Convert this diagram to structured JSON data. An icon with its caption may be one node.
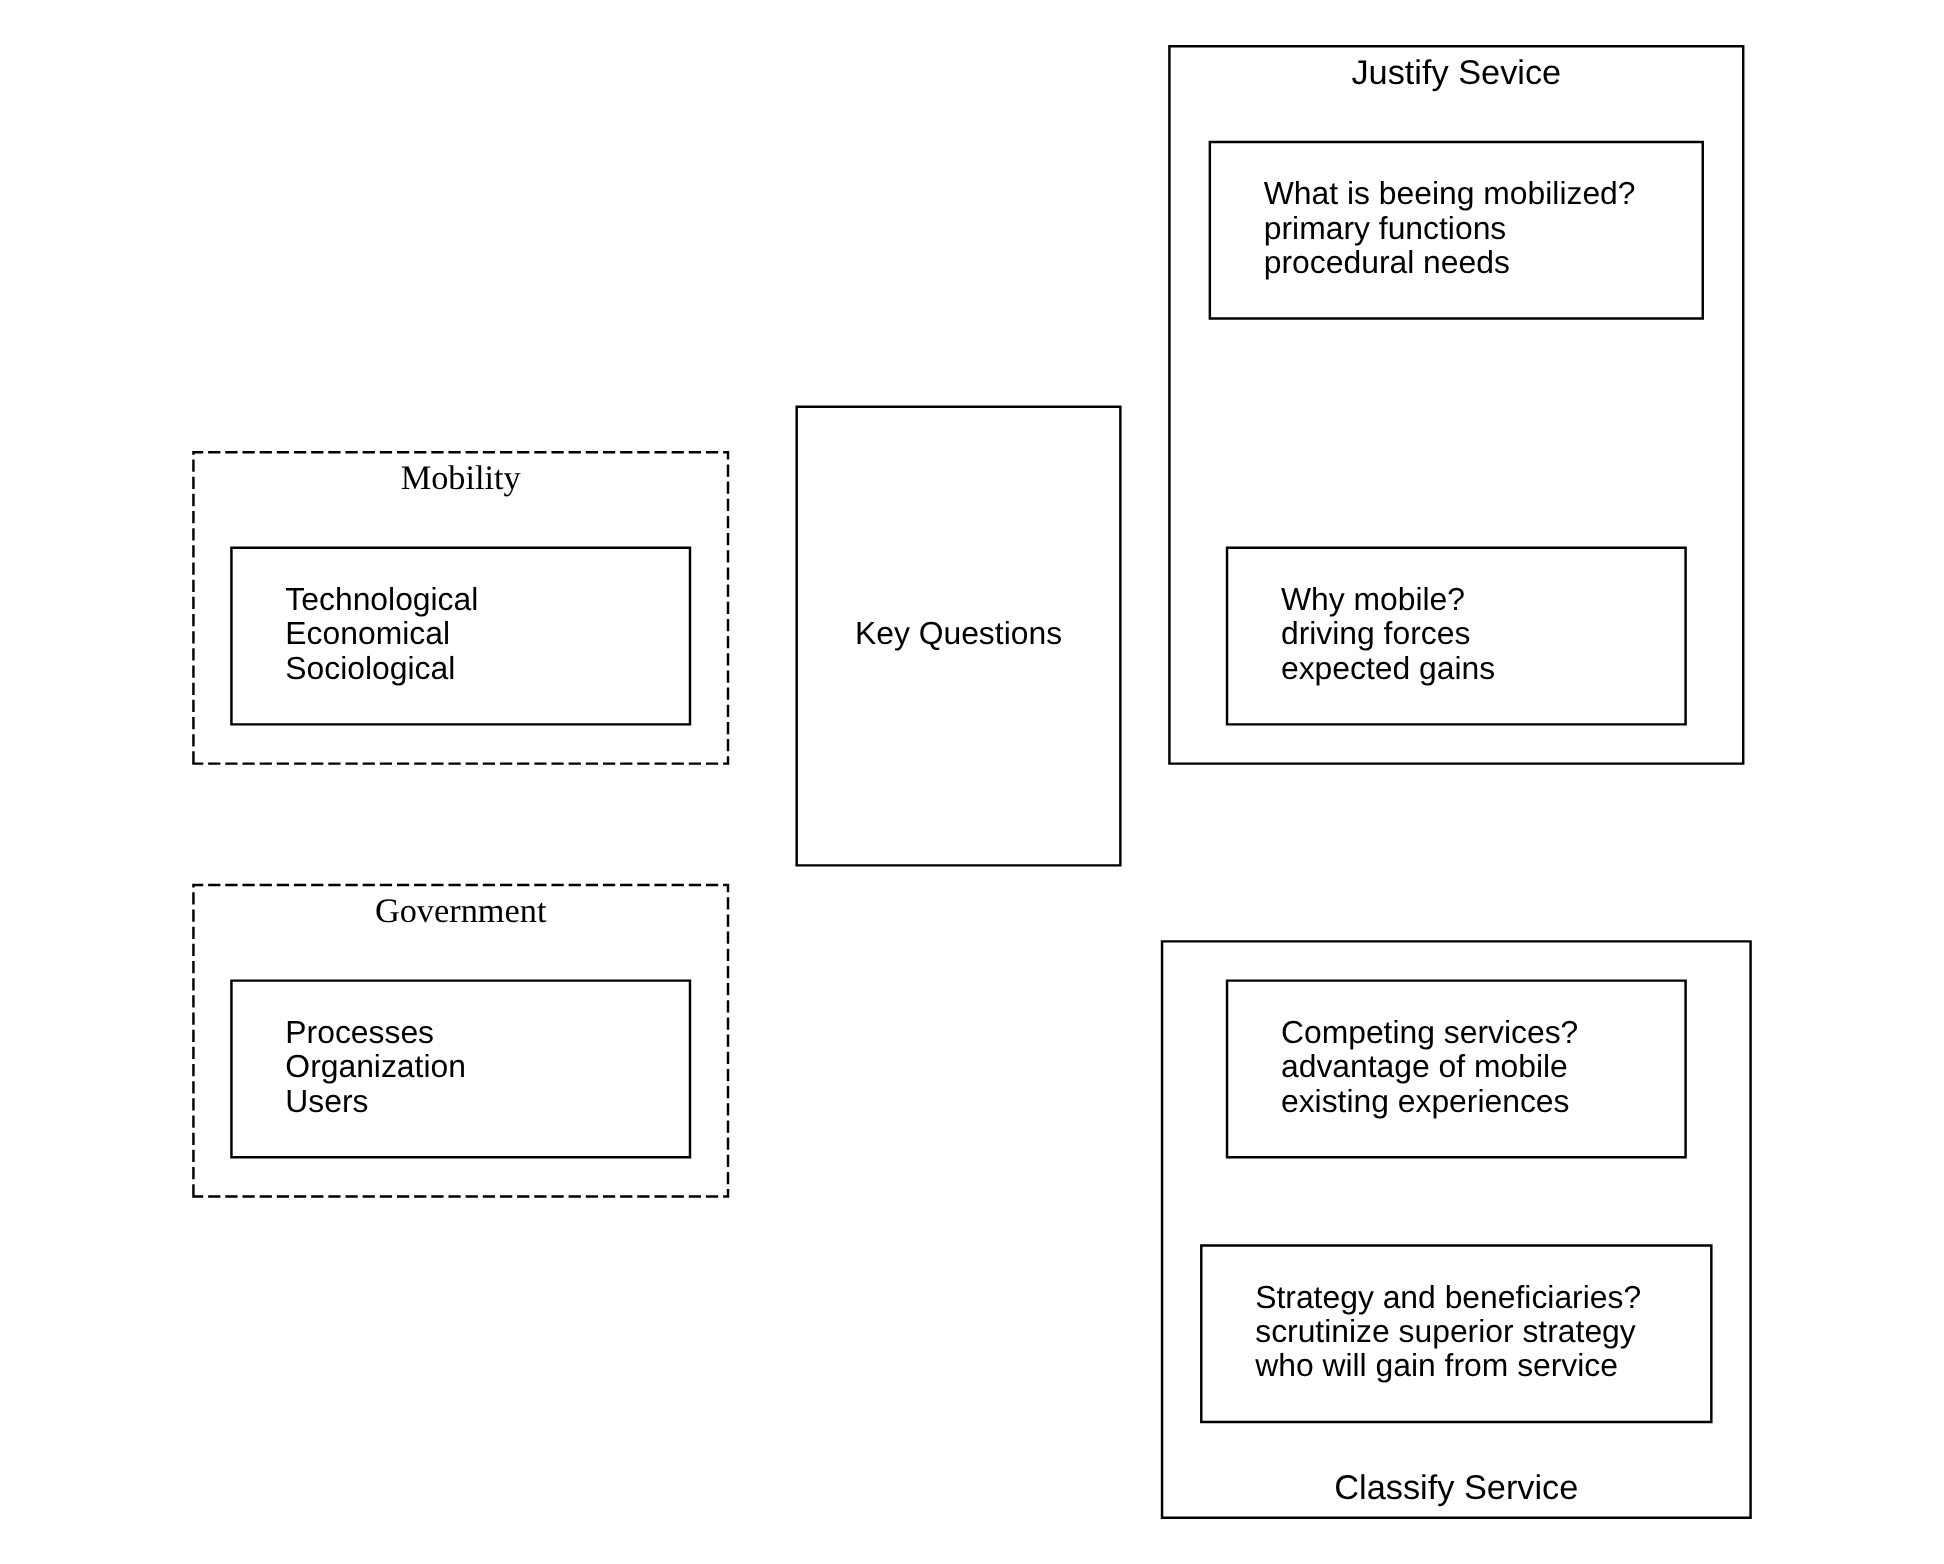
{
  "diagram": {
    "nodes": [
      {
        "text": [
          "Mobility"
        ]
      },
      {
        "text": [
          "Technological",
          "Economical",
          "Sociological"
        ],
        "in": 0
      },
      {
        "text": [
          "Government"
        ]
      },
      {
        "text": [
          "Processes",
          "Organization",
          "Users"
        ],
        "in": 2
      },
      {
        "text": [
          "Key Questions"
        ]
      },
      {
        "text": [
          "Justify Sevice"
        ]
      },
      {
        "text": [
          "What is beeing mobilized?",
          "primary functions",
          "procedural needs"
        ],
        "in": 5
      },
      {
        "text": [
          "Why mobile?",
          "driving forces",
          "expected gains"
        ],
        "in": 5
      },
      {
        "text": [
          "Classify Service"
        ]
      },
      {
        "text": [
          "Competing services?",
          "advantage of mobile",
          "existing experiences"
        ],
        "in": 8
      },
      {
        "text": [
          "Strategy and beneficiaries?",
          "scrutinize superior strategy",
          "who will gain from service"
        ],
        "in": 8
      }
    ],
    "edges": []
  }
}
